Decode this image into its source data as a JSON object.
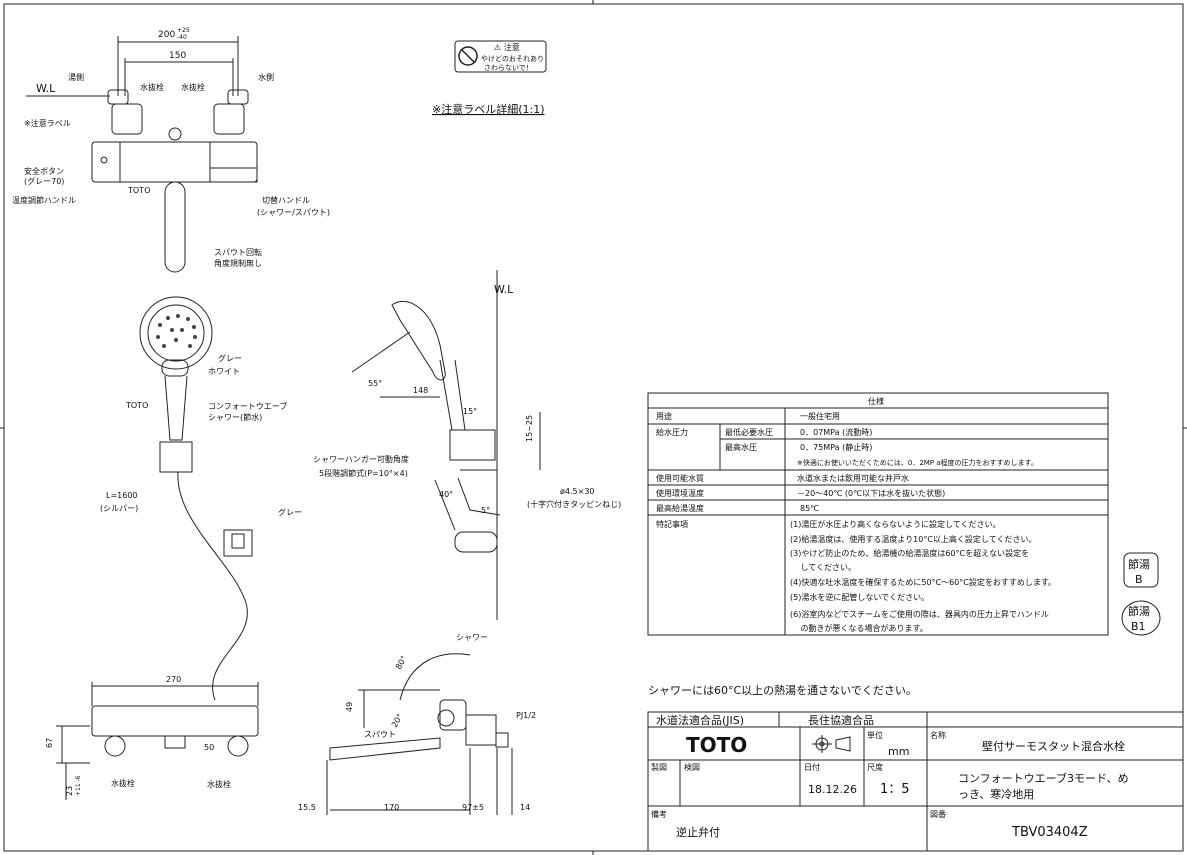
{
  "caution_label": {
    "title": "⚠ 注意",
    "line1": "やけどのおそれあり",
    "line2": "さわらないで！",
    "detail_caption": "※注意ラベル詳細(1:1)"
  },
  "front_view": {
    "dim_200": "200",
    "dim_200_tol_plus": "+25",
    "dim_200_tol_minus": "-40",
    "dim_150": "150",
    "wl": "W.L",
    "hot_side": "湯側",
    "water_side": "水側",
    "drain_plug_left": "水抜栓",
    "drain_plug_right": "水抜栓",
    "caution_label": "※注意ラベル",
    "safety_button": "安全ボタン",
    "safety_button_color": "(グレー70)",
    "toto": "TOTO",
    "temp_handle": "温度調節ハンドル",
    "switch_handle": "切替ハンドル",
    "switch_handle_sub": "(シャワー/スパウト)",
    "spout_rotation": "スパウト回転",
    "spout_rotation_sub": "角度規制無し"
  },
  "shower_head": {
    "gray": "グレー",
    "white": "ホワイト",
    "toto": "TOTO",
    "comfort_wave": "コンフォートウエーブ",
    "comfort_wave_sub": "シャワー(節水)",
    "hose_length": "L=1600",
    "hose_color": "(シルバー)",
    "holder_gray": "グレー"
  },
  "side_view": {
    "wl": "W.L",
    "angle_55": "55°",
    "dim_148": "148",
    "angle_15": "15°",
    "dim_15_25": "15~25",
    "hanger_angle": "シャワーハンガー可動角度",
    "hanger_steps": "5段階調節式(P=10°×4)",
    "angle_40": "40°",
    "angle_5": "5°",
    "screw": "ø4.5×30",
    "screw_sub": "(十字穴付きタッピンねじ)"
  },
  "specs": {
    "title": "仕様",
    "rows": [
      {
        "label": "用途",
        "sub": "",
        "value": "一般住宅用"
      },
      {
        "label": "給水圧力",
        "sub": "最低必要水圧",
        "value": "0．07MPa (流動時)"
      },
      {
        "label": "",
        "sub": "最高水圧",
        "value": "0．75MPa (静止時)"
      },
      {
        "label": "",
        "sub": "",
        "value": "※快適にお使いいただくためには、0．2MP a程度の圧力をおすすめします。"
      },
      {
        "label": "使用可能水質",
        "sub": "",
        "value": "水道水または飲用可能な井戸水"
      },
      {
        "label": "使用環境温度",
        "sub": "",
        "value": "－20～40℃ (0℃以下は水を抜いた状態)"
      },
      {
        "label": "最高給湯温度",
        "sub": "",
        "value": "85℃"
      }
    ],
    "notes_label": "特記事項",
    "notes": [
      "(1)湯圧が水圧より高くならないように設定してください。",
      "(2)給湯温度は、使用する温度より10°C以上高く設定してください。",
      "(3)やけど防止のため、給湯機の給湯温度は60°Cを超えない設定を",
      "　 してください。",
      "(4)快適な吐水温度を確保するために50°C～60°C設定をおすすめします。",
      "(5)湯水を逆に配管しないでください。",
      "(6)浴室内などでスチームをご使用の際は、器具内の圧力上昇でハンドル",
      "　 の動きが悪くなる場合があります。"
    ]
  },
  "badges": {
    "b1_top": "節湯",
    "b1_bottom": "B",
    "b2_top": "節湯",
    "b2_bottom": "B1"
  },
  "warning_note": "シャワーには60°C以上の熱湯を通さないでください。",
  "bottom_view": {
    "dim_270": "270",
    "dim_67": "67",
    "dim_23": "23",
    "dim_23_tol": "+11 -6",
    "angle_50": "50",
    "drain_left": "水抜栓",
    "drain_right": "水抜栓"
  },
  "spout_view": {
    "shower": "シャワー",
    "angle_80": "80°",
    "dim_49": "49",
    "spout": "スパウト",
    "angle_20": "20°",
    "pj": "PJ1/2",
    "dim_15_5": "15.5",
    "dim_170": "170",
    "dim_97": "97±5",
    "dim_14": "14"
  },
  "title_block": {
    "jis": "水道法適合品(JIS)",
    "long_life": "長住協適合品",
    "brand": "TOTO",
    "unit_label": "単位",
    "unit": "mm",
    "name_label": "名称",
    "name": "壁付サーモスタット混合水栓",
    "drawn_label": "製図",
    "checked_label": "検図",
    "date_label": "日付",
    "date": "18.12.26",
    "scale_label": "尺度",
    "scale": "1：5",
    "desc_line1": "コンフォートウエーブ3モード、め",
    "desc_line2": "っき、寒冷地用",
    "remarks_label": "備考",
    "remarks": "逆止弁付",
    "drawing_no_label": "図番",
    "drawing_no": "TBV03404Z"
  }
}
